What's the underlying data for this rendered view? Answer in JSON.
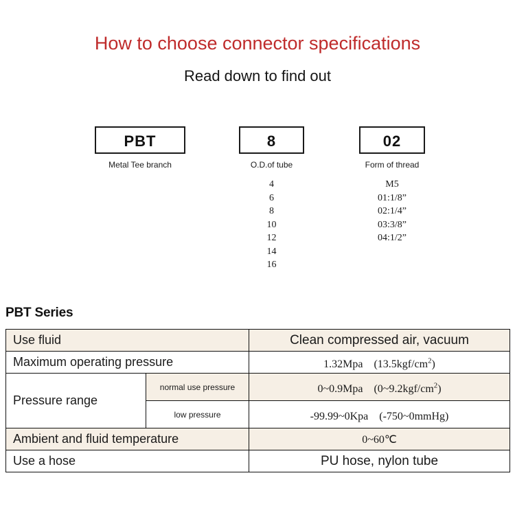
{
  "header": {
    "title": "How to choose connector specifications",
    "subtitle": "Read down to find out",
    "title_color": "#bf2b2b"
  },
  "code_breakdown": [
    {
      "id": "series",
      "value": "PBT",
      "caption": "Metal Tee branch",
      "options": []
    },
    {
      "id": "od",
      "value": "8",
      "caption": "O.D.of tube",
      "options": [
        "4",
        "6",
        "8",
        "10",
        "12",
        "14",
        "16"
      ]
    },
    {
      "id": "thread",
      "value": "02",
      "caption": "Form of thread",
      "options": [
        "M5",
        "01:1/8”",
        "02:1/4”",
        "03:3/8”",
        "04:1/2”"
      ]
    }
  ],
  "spec": {
    "heading": "PBT Series",
    "rows": {
      "use_fluid_label": "Use fluid",
      "use_fluid_value": "Clean compressed air, vacuum",
      "max_pressure_label": "Maximum operating pressure",
      "max_pressure_value_main": "1.32Mpa　(13.5kgf/cm",
      "max_pressure_value_sup": "2",
      "max_pressure_value_tail": ")",
      "pressure_range_label": "Pressure range",
      "normal_use_sublabel": "normal use pressure",
      "normal_use_value_main": "0~0.9Mpa　(0~9.2kgf/cm",
      "normal_use_value_sup": "2",
      "normal_use_value_tail": ")",
      "low_pressure_sublabel": "low pressure",
      "low_pressure_value": "-99.99~0Kpa　(-750~0mmHg)",
      "temperature_label": "Ambient and fluid temperature",
      "temperature_value": "0~60℃",
      "hose_label": "Use a hose",
      "hose_value": "PU hose, nylon tube"
    }
  },
  "palette": {
    "tint": "#f6efe5",
    "border": "#111111",
    "text": "#1a1a1a"
  }
}
